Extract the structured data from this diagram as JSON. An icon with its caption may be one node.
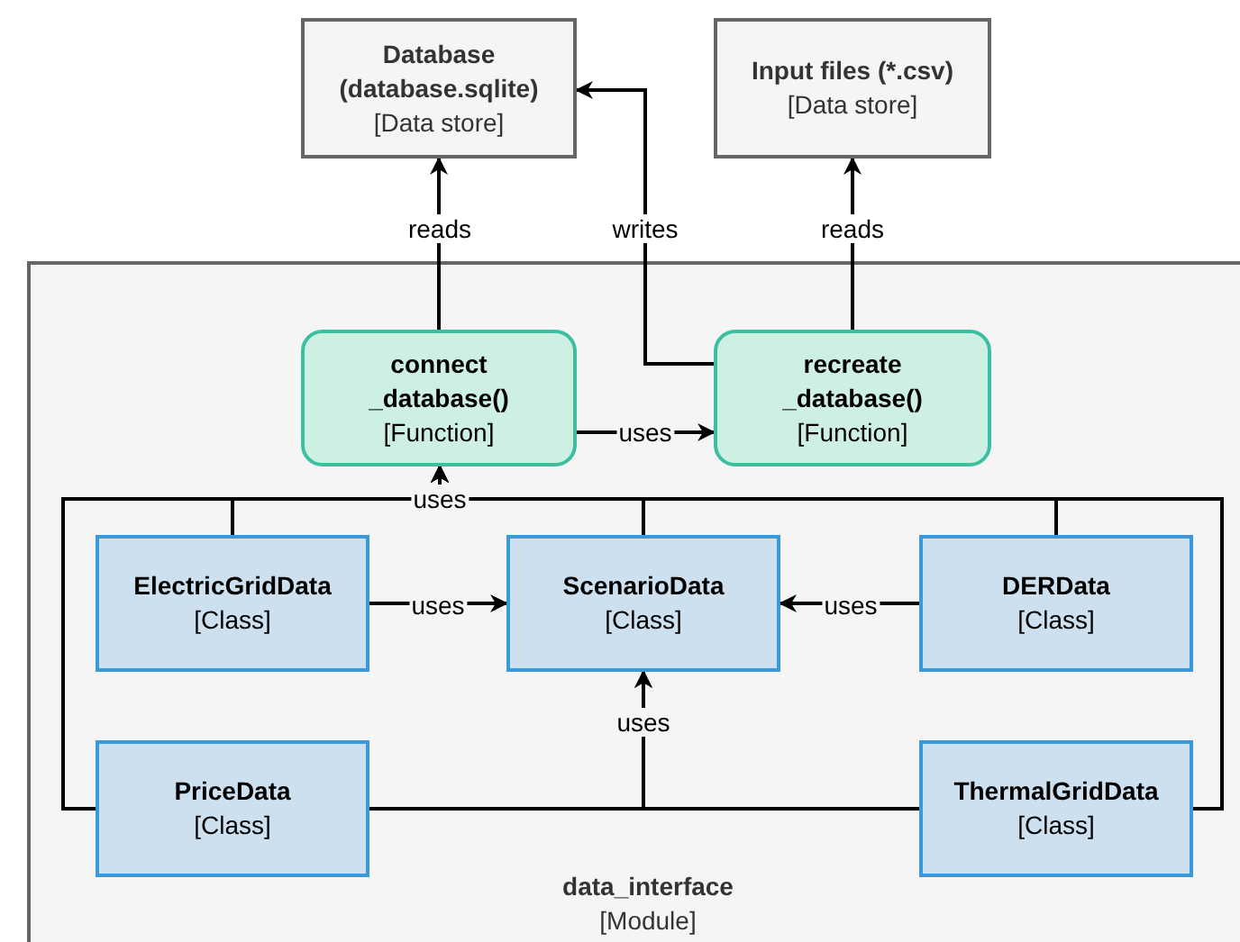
{
  "diagram": {
    "nodes": [
      {
        "text": [
          "Database (database.sqlite)",
          "[Data store]"
        ]
      },
      {
        "text": [
          "Input files (*.csv)",
          "[Data store]"
        ]
      },
      {
        "text": [
          "data_interface",
          "[Module]"
        ]
      },
      {
        "text": [
          "connect _database()",
          "[Function]"
        ],
        "in": 2
      },
      {
        "text": [
          "recreate _database()",
          "[Function]"
        ],
        "in": 2
      },
      {
        "text": [
          "ElectricGridData",
          "[Class]"
        ],
        "in": 2
      },
      {
        "text": [
          "ScenarioData",
          "[Class]"
        ],
        "in": 2
      },
      {
        "text": [
          "DERData",
          "[Class]"
        ],
        "in": 2
      },
      {
        "text": [
          "PriceData",
          "[Class]"
        ],
        "in": 2
      },
      {
        "text": [
          "ThermalGridData",
          "[Class]"
        ],
        "in": 2
      }
    ],
    "edges": [
      {
        "from": 3,
        "to": 0,
        "arrow": "to",
        "label": "reads"
      },
      {
        "from": 4,
        "to": 0,
        "arrow": "to",
        "label": "writes"
      },
      {
        "from": 4,
        "to": 1,
        "arrow": "to",
        "label": "reads"
      },
      {
        "from": 3,
        "to": 4,
        "arrow": "to",
        "label": "uses"
      },
      {
        "from": 5,
        "to": 6,
        "arrow": "to",
        "label": "uses"
      },
      {
        "from": 7,
        "to": 6,
        "arrow": "to",
        "label": "uses"
      },
      {
        "from": 5,
        "to": 3,
        "arrow": "to"
      },
      {
        "from": 6,
        "to": 3,
        "arrow": "to",
        "label": "uses"
      },
      {
        "from": 7,
        "to": 3,
        "arrow": "to"
      },
      {
        "from": 8,
        "to": 3,
        "arrow": "to"
      },
      {
        "from": 9,
        "to": 3,
        "arrow": "to"
      },
      {
        "from": 8,
        "to": 6,
        "arrow": "to",
        "label": "uses"
      },
      {
        "from": 9,
        "to": 6,
        "arrow": "to"
      }
    ]
  }
}
